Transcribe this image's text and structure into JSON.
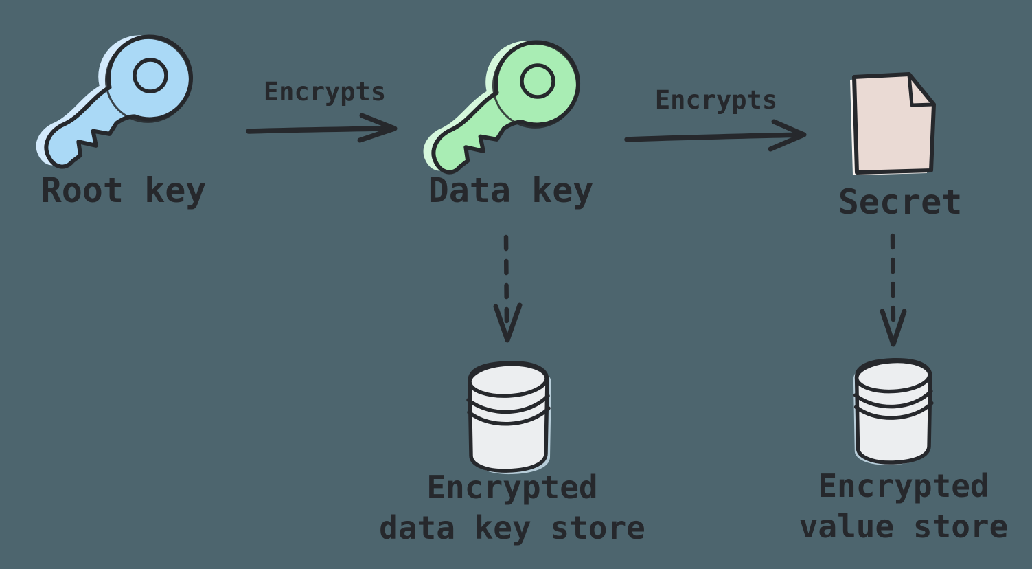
{
  "canvas": {
    "background": "#4d656e",
    "ink": "#26282c"
  },
  "nodes": {
    "root_key": {
      "label": "Root key",
      "icon": "key-icon",
      "fill": "#aad9f6",
      "shadow": "#d3eafc"
    },
    "data_key": {
      "label": "Data key",
      "icon": "key-icon",
      "fill": "#a9edb4",
      "shadow": "#d5f7dc"
    },
    "secret": {
      "label": "Secret",
      "icon": "document-icon",
      "fill": "#eadad4",
      "shadow": "#f8f3f0"
    },
    "data_key_store": {
      "line1": "Encrypted",
      "line2": "data key store",
      "icon": "database-icon",
      "fill": "#eceef0",
      "shadow": "#b7cdd9"
    },
    "value_store": {
      "line1": "Encrypted",
      "line2": "value store",
      "icon": "database-icon",
      "fill": "#eceef0",
      "shadow": "#b7cdd9"
    }
  },
  "edges": {
    "root_encrypts_data": {
      "label": "Encrypts",
      "type": "solid-arrow",
      "from": "root_key",
      "to": "data_key"
    },
    "data_encrypts_secret": {
      "label": "Encrypts",
      "type": "solid-arrow",
      "from": "data_key",
      "to": "secret"
    },
    "data_key_to_store": {
      "type": "dashed-arrow",
      "from": "data_key",
      "to": "data_key_store"
    },
    "secret_to_store": {
      "type": "dashed-arrow",
      "from": "secret",
      "to": "value_store"
    }
  }
}
